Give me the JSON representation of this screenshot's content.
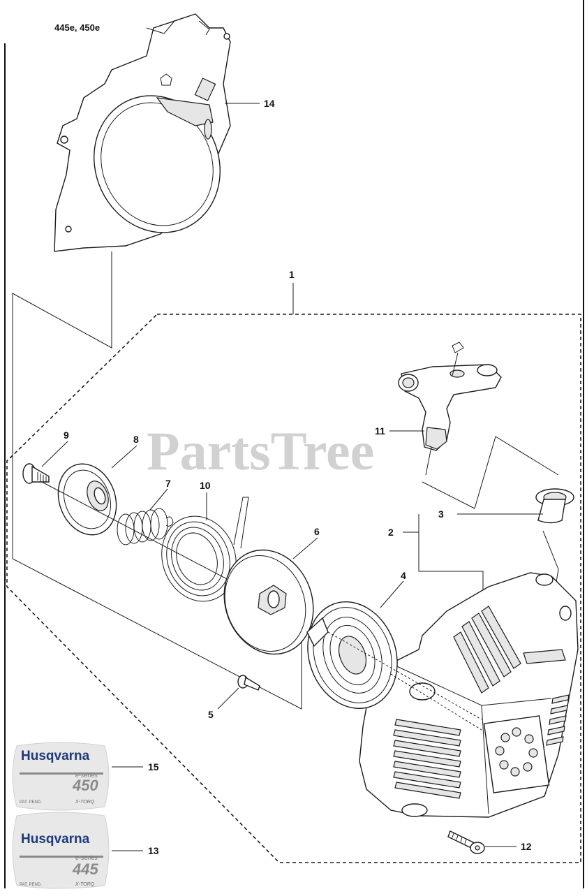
{
  "header": {
    "model_label": "445e, 450e"
  },
  "watermark": "PartsTree",
  "callouts": {
    "c1": "1",
    "c2": "2",
    "c3": "3",
    "c4": "4",
    "c5": "5",
    "c6": "6",
    "c7": "7",
    "c8": "8",
    "c9": "9",
    "c10": "10",
    "c11": "11",
    "c12": "12",
    "c13": "13",
    "c14": "14",
    "c15": "15"
  },
  "decals": [
    {
      "brand": "Husqvarna",
      "series": "e-series",
      "model": "450",
      "pat": "PAT. PEND.",
      "xtorq": "X-TORQ"
    },
    {
      "brand": "Husqvarna",
      "series": "e-series",
      "model": "445",
      "pat": "PAT. PEND.",
      "xtorq": "X-TORQ"
    }
  ],
  "colors": {
    "brand_blue": "#1f3a7a",
    "watermark_gray": "#c9c9c9"
  }
}
